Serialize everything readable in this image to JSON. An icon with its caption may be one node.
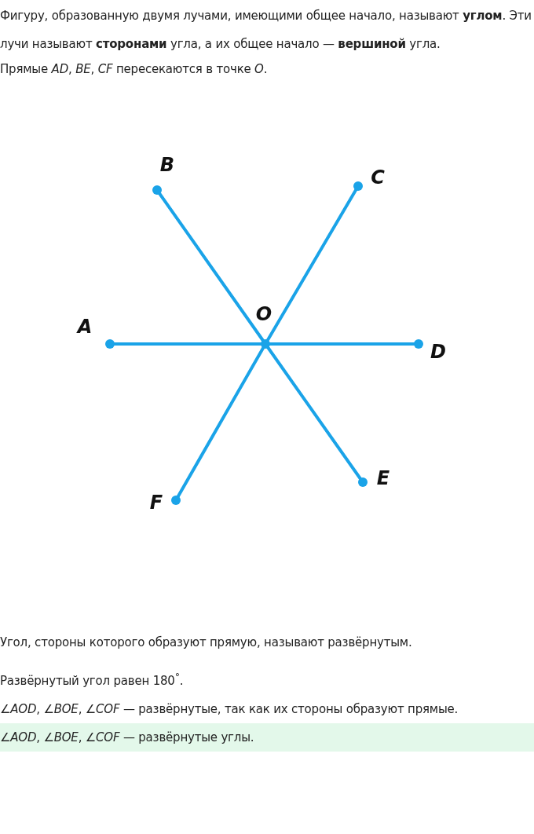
{
  "diagram": {
    "nodes": [
      {
        "text": [
          "A"
        ]
      },
      {
        "text": [
          "B"
        ]
      },
      {
        "text": [
          "C"
        ]
      },
      {
        "text": [
          "D"
        ]
      },
      {
        "text": [
          "E"
        ]
      },
      {
        "text": [
          "F"
        ]
      },
      {
        "text": [
          "O"
        ]
      }
    ],
    "edges": [
      {
        "from": 0,
        "to": 6,
        "arrow": "none"
      },
      {
        "from": 6,
        "to": 3,
        "arrow": "none"
      },
      {
        "from": 1,
        "to": 6,
        "arrow": "none"
      },
      {
        "from": 6,
        "to": 4,
        "arrow": "none"
      },
      {
        "from": 2,
        "to": 6,
        "arrow": "none"
      },
      {
        "from": 6,
        "to": 5,
        "arrow": "none"
      }
    ],
    "labels": [
      "Фигуру, образованную двумя лучами, имеющими общее начало, называют **углом**. Эти лучи называют **сторонами** угла, а их общее начало — **вершиной** угла.",
      "Прямые *AD*, *BE*, *CF* пересекаются в точке *O*.",
      "Угол, стороны которого образуют прямую, называют развёрнутым.",
      "Развёрнутый угол равен 180$^{°}$.",
      "∠*AOD*, ∠*BOE*, ∠*COF* — развёрнутые, так как их стороны образуют прямые.",
      "∠*AOD*, ∠*BOE*, ∠*COF* — развёрнутые углы."
    ]
  }
}
